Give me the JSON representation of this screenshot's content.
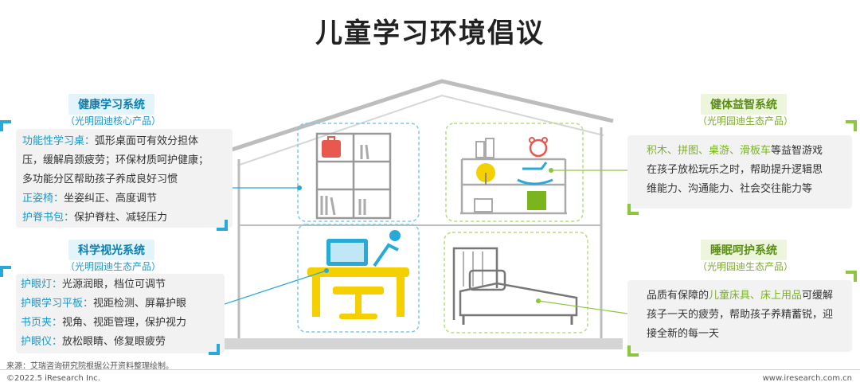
{
  "title": "儿童学习环境倡议",
  "left_top": {
    "title": "健康学习系统",
    "subtitle": "（光明园迪核心产品）",
    "lines": [
      {
        "key": "功能性学习桌：",
        "text": "弧形桌面可有效分担体"
      },
      {
        "key": "",
        "text": "压，缓解肩颈疲劳；环保材质呵护健康；"
      },
      {
        "key": "",
        "text": "多功能分区帮助孩子养成良好习惯"
      },
      {
        "key": "正姿椅：",
        "text": "坐姿纠正、高度调节"
      },
      {
        "key": "护脊书包：",
        "text": "保护脊柱、减轻压力"
      }
    ]
  },
  "left_bottom": {
    "title": "科学视光系统",
    "subtitle": "（光明园迪生态产品）",
    "lines": [
      {
        "key": "护眼灯：",
        "text": "光源润眼，档位可调节"
      },
      {
        "key": "护眼学习平板：",
        "text": "视距检测、屏幕护眼"
      },
      {
        "key": "书页夹：",
        "text": "视角、视距管理，保护视力"
      },
      {
        "key": "护眼仪：",
        "text": "放松眼睛、修复眼疲劳"
      }
    ]
  },
  "right_top": {
    "title": "健体益智系统",
    "subtitle": "（光明园迪生态产品）",
    "lines": [
      {
        "key": "积木、拼图、桌游、滑板车",
        "text": "等益智游戏"
      },
      {
        "key": "",
        "text": "在孩子放松玩乐之时，帮助提升逻辑思"
      },
      {
        "key": "",
        "text": "维能力、沟通能力、社会交往能力等"
      }
    ]
  },
  "right_bottom": {
    "title": "睡眠呵护系统",
    "subtitle": "（光明园迪生态产品）",
    "lines": [
      {
        "pre": "品质有保障的",
        "key": "儿童床具、床上用品",
        "text": "可缓解"
      },
      {
        "pre": "",
        "key": "",
        "text": "孩子一天的疲劳，帮助孩子养精蓄锐，迎"
      },
      {
        "pre": "",
        "key": "",
        "text": "接全新的每一天"
      }
    ]
  },
  "footer": {
    "source": "来源：艾瑞咨询研究院根据公开资料整理绘制。",
    "copyright": "©2022.5 iResearch Inc.",
    "url": "www.iresearch.com.cn"
  },
  "colors": {
    "blue": "#29a9d8",
    "green": "#8cc63f",
    "yellow": "#f5d000",
    "red": "#e8584f"
  }
}
